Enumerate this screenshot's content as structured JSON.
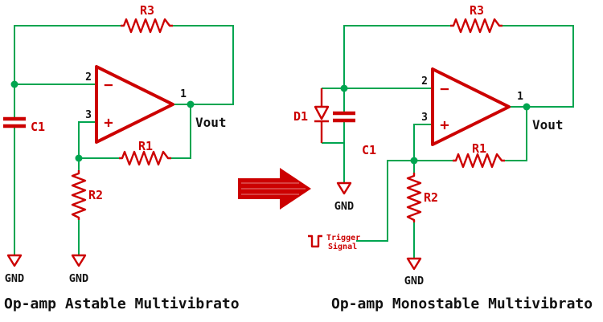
{
  "diagram": {
    "colors": {
      "wire_green": "#00A550",
      "component_red": "#CC0000",
      "text_black": "#111111"
    },
    "left": {
      "caption": "Op-amp Astable Multivibrato",
      "r3": "R3",
      "c1": "C1",
      "r1": "R1",
      "r2": "R2",
      "vout": "Vout",
      "gnd_c": "GND",
      "gnd_r": "GND",
      "pin1": "1",
      "pin2": "2",
      "pin3": "3",
      "minus": "−",
      "plus": "+"
    },
    "right": {
      "caption": "Op-amp Monostable Multivibrato",
      "r3": "R3",
      "c1": "C1",
      "d1": "D1",
      "r1": "R1",
      "r2": "R2",
      "vout": "Vout",
      "gnd_c": "GND",
      "gnd_r": "GND",
      "pin1": "1",
      "pin2": "2",
      "pin3": "3",
      "minus": "−",
      "plus": "+",
      "trigger1": "Trigger",
      "trigger2": "Signal"
    }
  }
}
